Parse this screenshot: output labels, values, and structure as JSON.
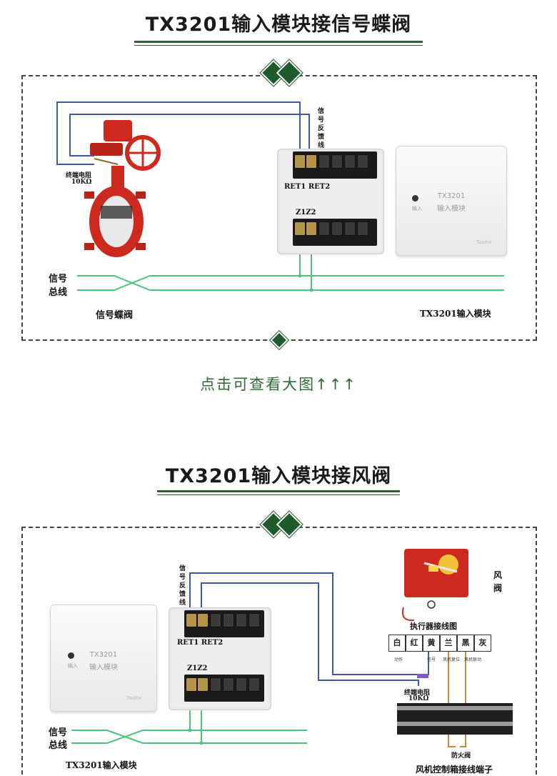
{
  "section1": {
    "title": "TX3201输入模块接信号蝶阀",
    "signal_feedback_label": "信号反馈线",
    "terminal_resistor_label": "终端电阻",
    "terminal_resistor_value": "10KΩ",
    "ret_label": "RET1 RET2",
    "z_label": "Z1Z2",
    "bus_label_1": "信号",
    "bus_label_2": "总线",
    "valve_caption": "信号蝶阀",
    "module_caption": "TX3201输入模块",
    "module_face_line1": "TX3201",
    "module_face_line2": "输入模块",
    "module_led_label": "输入",
    "module_brand": "Taishe"
  },
  "hint": "点击可查看大图↑↑↑",
  "section2": {
    "title": "TX3201输入模块接风阀",
    "signal_feedback_label": "信号反馈线",
    "ret_label": "RET1 RET2",
    "z_label": "Z1Z2",
    "bus_label_1": "信号",
    "bus_label_2": "总线",
    "module_caption": "TX3201输入模块",
    "module_face_line1": "TX3201",
    "module_face_line2": "输入模块",
    "module_led_label": "输入",
    "module_brand": "Taishe",
    "damper_label": "风阀",
    "actuator_title": "执行器接线图",
    "actuator_cells": [
      "白",
      "红",
      "黄",
      "兰",
      "黑",
      "灰"
    ],
    "actuator_sub_1": "动作",
    "actuator_sub_2": "信号",
    "actuator_sub_3": "风机复位",
    "actuator_sub_4": "风机联动",
    "terminal_resistor_label": "终端电阻",
    "terminal_resistor_value": "10KΩ",
    "fire_damper_label": "防火阀",
    "fan_box_caption": "风机控制箱接线端子"
  },
  "colors": {
    "accent_green": "#2e6b36",
    "diamond_green": "#1f5a2a",
    "wire_blue": "#3d5aa8",
    "wire_green": "#4cc27a",
    "wire_orange": "#d9833a",
    "valve_red": "#cc2a1e"
  }
}
